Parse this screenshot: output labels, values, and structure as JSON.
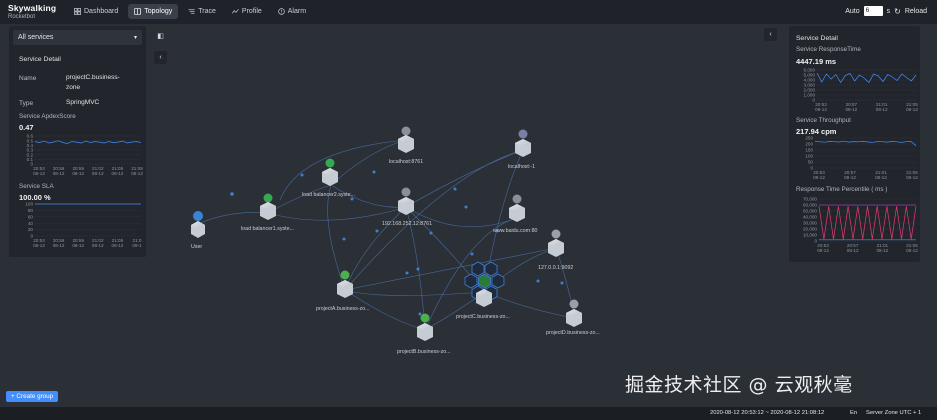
{
  "header": {
    "logo_line1": "Skywalking",
    "logo_line2": "Rocketbot",
    "nav": [
      {
        "label": "Dashboard",
        "icon": "dashboard-icon"
      },
      {
        "label": "Topology",
        "icon": "topology-icon",
        "active": true
      },
      {
        "label": "Trace",
        "icon": "trace-icon"
      },
      {
        "label": "Profile",
        "icon": "profile-icon"
      },
      {
        "label": "Alarm",
        "icon": "alarm-icon"
      }
    ],
    "auto_label": "Auto",
    "auto_value": "6",
    "seconds_unit": "s",
    "reload_label": "Reload"
  },
  "left_panel": {
    "service_select": "All services",
    "title": "Service Detail",
    "name_key": "Name",
    "name_value_line1": "projectC.business-",
    "name_value_line2": "zone",
    "type_key": "Type",
    "type_value": "SpringMVC",
    "apdex_label": "Service ApdexScore",
    "apdex_value": "0.47",
    "sla_label": "Service SLA",
    "sla_value": "100.00 %"
  },
  "right_panel": {
    "title": "Service Detail",
    "resp_label": "Service ResponseTime",
    "resp_value": "4447.19 ms",
    "throughput_label": "Service Throughput",
    "throughput_value": "217.94 cpm",
    "percentile_label": "Response Time Percentile ( ms )"
  },
  "chart_data": [
    {
      "type": "line",
      "title": "Service ApdexScore",
      "yticks": [
        "0.6",
        "0.5",
        "0.4",
        "0.3",
        "0.2",
        "0.1",
        "0"
      ],
      "xticks": [
        "20:53\n08-12",
        "20:56\n08-12",
        "20:59\n08-12",
        "21:02\n08-12",
        "21:05\n08-12",
        "21:08\n08-12"
      ],
      "ylim": [
        0,
        0.6
      ],
      "series": [
        {
          "values": [
            0.48,
            0.46,
            0.49,
            0.45,
            0.47,
            0.5,
            0.46,
            0.44,
            0.48,
            0.47,
            0.45,
            0.49,
            0.46,
            0.48,
            0.47,
            0.45,
            0.48,
            0.46,
            0.47,
            0.49,
            0.45,
            0.47,
            0.48,
            0.46
          ]
        }
      ]
    },
    {
      "type": "line",
      "title": "Service SLA",
      "yticks": [
        "100",
        "80",
        "60",
        "40",
        "20",
        "0"
      ],
      "xticks": [
        "20:53\n08-12",
        "20:56\n08-12",
        "20:59\n08-12",
        "21:02\n08-12",
        "21:05\n08-12",
        "21:0\n08-1"
      ],
      "ylim": [
        0,
        100
      ],
      "series": [
        {
          "values": [
            100,
            100,
            100,
            100,
            100,
            100,
            100,
            100,
            100,
            100,
            100,
            100,
            100,
            100,
            100,
            100,
            100,
            100,
            100,
            100,
            100,
            100,
            100,
            100
          ]
        }
      ]
    },
    {
      "type": "line",
      "title": "Service ResponseTime",
      "yticks": [
        "6,000",
        "5,000",
        "4,000",
        "3,000",
        "2,000",
        "1,000",
        "0"
      ],
      "xticks": [
        "20:53\n08-12",
        "20:57\n08-12",
        "21:01\n08-12",
        "21:05\n08-12"
      ],
      "ylim": [
        0,
        6000
      ],
      "series": [
        {
          "values": [
            5400,
            3600,
            5200,
            4200,
            5100,
            3500,
            4900,
            5300,
            3800,
            5000,
            4400,
            3500,
            5200,
            4800,
            3700,
            5100,
            4600,
            3900,
            5200,
            4500,
            3800,
            5000
          ]
        }
      ]
    },
    {
      "type": "line",
      "title": "Service Throughput",
      "yticks": [
        "250",
        "200",
        "150",
        "100",
        "50",
        "0"
      ],
      "xticks": [
        "20:53\n08-12",
        "20:57\n08-12",
        "21:01\n08-12",
        "21:05\n08-12"
      ],
      "ylim": [
        0,
        250
      ],
      "series": [
        {
          "values": [
            222,
            218,
            215,
            221,
            219,
            217,
            223,
            216,
            220,
            218,
            222,
            217,
            214,
            220,
            219,
            216,
            221,
            218,
            213,
            219,
            220,
            185
          ]
        }
      ]
    },
    {
      "type": "line",
      "title": "Response Time Percentile ( ms )",
      "yticks": [
        "70,000",
        "60,000",
        "50,000",
        "40,000",
        "30,000",
        "20,000",
        "10,000",
        "0"
      ],
      "xticks": [
        "20:53\n08-12",
        "20:57\n08-12",
        "21:01\n08-12",
        "21:05\n08-12"
      ],
      "ylim": [
        0,
        70000
      ],
      "series": [
        {
          "values": [
            60000,
            60000,
            60000,
            60000,
            60000,
            60000,
            60000,
            60000,
            60000,
            60000,
            60000,
            60000,
            60000,
            60000,
            60000,
            60000,
            60000,
            60000,
            60000,
            60000,
            60000
          ]
        },
        {
          "values": [
            58000,
            3000,
            58000,
            3000,
            58000,
            3000,
            58000,
            3000,
            58000,
            3000,
            58000,
            3000,
            58000,
            3000,
            58000,
            3000,
            58000,
            3000,
            58000,
            3000,
            58000
          ]
        },
        {
          "values": [
            2000,
            2000,
            2000,
            2000,
            2000,
            2000,
            2000,
            2000,
            2000,
            2000,
            2000,
            2000,
            2000,
            2000,
            2000,
            2000,
            2000,
            2000,
            2000,
            2000,
            2000
          ]
        }
      ]
    }
  ],
  "topology": {
    "nodes": [
      {
        "id": "user",
        "label": "User"
      },
      {
        "id": "lb1",
        "label": "load balancer1.syste..."
      },
      {
        "id": "lb2",
        "label": "load balancer2.syste..."
      },
      {
        "id": "localhost8761",
        "label": "localhost:8761"
      },
      {
        "id": "localhost1",
        "label": "localhost:-1"
      },
      {
        "id": "ip8761",
        "label": "192.168.252.12:8761"
      },
      {
        "id": "baidu",
        "label": "www.baidu.com:80"
      },
      {
        "id": "ip9092",
        "label": "127.0.0.1:9092"
      },
      {
        "id": "projectA",
        "label": "projectA.business-zo..."
      },
      {
        "id": "projectB",
        "label": "projectB.business-zo..."
      },
      {
        "id": "projectC",
        "label": "projectC.business-zo..."
      },
      {
        "id": "projectD",
        "label": "projectD.business-zo..."
      }
    ]
  },
  "footer": {
    "time_range": "2020-08-12 20:53:12 ~ 2020-08-12 21:08:12",
    "lang": "En",
    "server_zone": "Server Zone UTC + 1"
  },
  "create_group_label": "+ Create group",
  "watermark": "掘金技术社区 @ 云观秋毫",
  "colors": {
    "accent": "#448dfe",
    "green": "#4caf50",
    "node": "#c6ccd3"
  }
}
